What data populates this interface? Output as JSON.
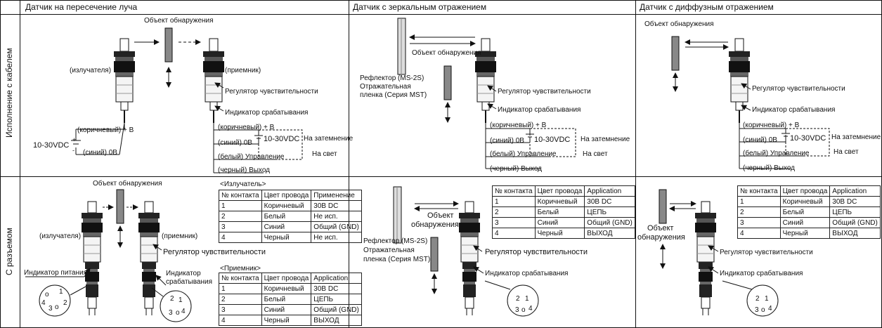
{
  "headers": {
    "col1": "Датчик на пересечение луча",
    "col2": "Датчик с зеркальным отражением",
    "col3": "Датчик с диффузным отражением"
  },
  "rows": {
    "cable": "Исполнение с кабелем",
    "connector": "С разъемом"
  },
  "labels": {
    "detect_object": "Объект обнаружения",
    "emitter": "(излучателя)",
    "receiver": "(приемник)",
    "sensitivity": "Регулятор чувствительности",
    "trigger_indicator": "Индикатор срабатывания",
    "brown_plus": "(коричневый) + B",
    "blue_0v": "(синий) 0B",
    "white_ctrl": "(белый) Управление",
    "black_out": "(черный) Выход",
    "supply": "10-30VDC",
    "dark_on": "На затемнение",
    "light_on": "На свет",
    "reflector_1": "Рефлектор (MS-2S)",
    "reflector_2": "Отражательная",
    "reflector_3": "пленка (Серия MST)",
    "power_indicator": "Индикатор питания",
    "trigger_ind_1": "Индикатор",
    "trigger_ind_2": "срабатывания",
    "obj_1": "Объект",
    "obj_2": "обнаружения",
    "plus": "+",
    "minus": "-",
    "pin1": "1",
    "pin2": "2",
    "pin3": "3",
    "pin4": "4",
    "pin_o": "o"
  },
  "table_captions": {
    "emitter": "<Излучатель>",
    "receiver": "<Приемник>"
  },
  "tables": {
    "emitter": {
      "head": [
        "№ контакта",
        "Цвет провода",
        "Применение"
      ],
      "rows": [
        [
          "1",
          "Коричневый",
          "30B DC"
        ],
        [
          "2",
          "Белый",
          "Не исп."
        ],
        [
          "3",
          "Синий",
          "Общий (GND)"
        ],
        [
          "4",
          "Черный",
          "Не исп."
        ]
      ]
    },
    "receiver": {
      "head": [
        "№ контакта",
        "Цвет провода",
        "Application"
      ],
      "rows": [
        [
          "1",
          "Коричневый",
          "30B DC"
        ],
        [
          "2",
          "Белый",
          "ЦЕПЬ"
        ],
        [
          "3",
          "Синий",
          "Общий (GND)"
        ],
        [
          "4",
          "Черный",
          "ВЫХОД"
        ]
      ]
    },
    "refl": {
      "head": [
        "№ контакта",
        "Цвет провода",
        "Application"
      ],
      "rows": [
        [
          "1",
          "Коричневый",
          "30B DC"
        ],
        [
          "2",
          "Белый",
          "ЦЕПЬ"
        ],
        [
          "3",
          "Синий",
          "Общий (GND)"
        ],
        [
          "4",
          "Черный",
          "ВЫХОД"
        ]
      ]
    },
    "diff": {
      "head": [
        "№ контакта",
        "Цвет провода",
        "Application"
      ],
      "rows": [
        [
          "1",
          "Коричневый",
          "30B DC"
        ],
        [
          "2",
          "Белый",
          "ЦЕПЬ"
        ],
        [
          "3",
          "Синий",
          "Общий (GND)"
        ],
        [
          "4",
          "Черный",
          "ВЫХОД"
        ]
      ]
    }
  }
}
